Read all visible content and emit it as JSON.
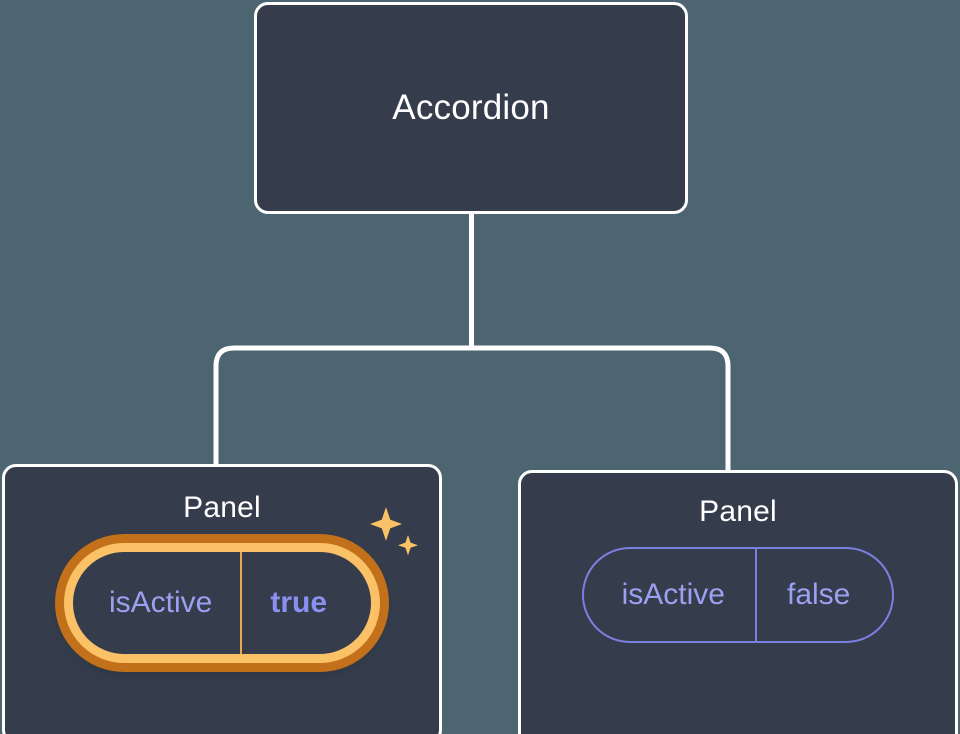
{
  "canvas": {
    "background_color": "#4C6570",
    "node_background_color": "#353C4B",
    "node_border_color": "#FFFFFF",
    "connector_color": "#FFFFFF"
  },
  "tree": {
    "root": {
      "id": "accordion",
      "title": "Accordion"
    },
    "children": [
      {
        "id": "panel-0",
        "title": "Panel",
        "highlighted": true,
        "sparkle_icon": "sparkles-icon",
        "prop": {
          "key": "isActive",
          "value": "true",
          "value_bold": true,
          "border_color": "#FBC166",
          "glow_color": "#C2701A",
          "key_text_color": "#9CA0F0",
          "value_text_color": "#8B8FF0",
          "divider_color": "#F0A84E"
        }
      },
      {
        "id": "panel-1",
        "title": "Panel",
        "highlighted": false,
        "prop": {
          "key": "isActive",
          "value": "false",
          "value_bold": false,
          "border_color": "#7B80E0",
          "key_text_color": "#9CA0F0",
          "value_text_color": "#9CA0F0",
          "divider_color": "#7B80E0"
        }
      }
    ]
  }
}
